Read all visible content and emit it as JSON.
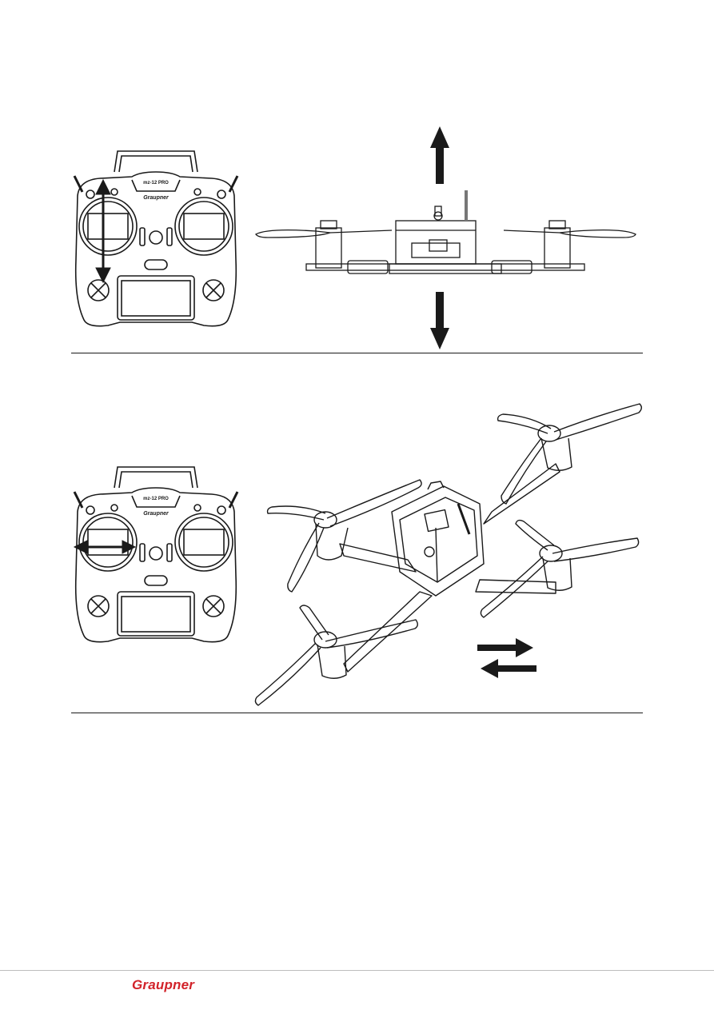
{
  "page": {
    "transmitter_model": "mz-12 PRO",
    "transmitter_brand": "Graupner",
    "footer_brand": "Graupner"
  },
  "colors": {
    "ink": "#1a1a1a",
    "brand_red": "#d2232a"
  },
  "figures": [
    {
      "id": "throttle",
      "stick": "left",
      "stick_motion": "vertical",
      "drone_view": "side",
      "drone_motion": "up-down"
    },
    {
      "id": "roll",
      "stick": "left",
      "stick_motion": "horizontal",
      "drone_view": "top-perspective",
      "drone_motion": "left-right"
    }
  ]
}
